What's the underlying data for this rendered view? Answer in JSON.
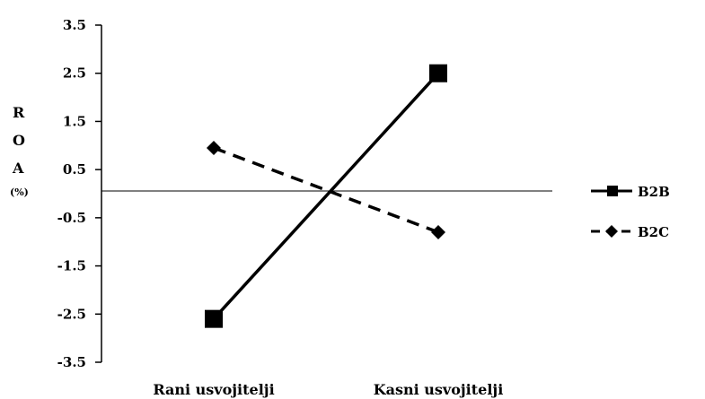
{
  "chart_data": {
    "type": "line",
    "categories": [
      "Rani usvojitelji",
      "Kasni usvojitelji"
    ],
    "series": [
      {
        "name": "B2B",
        "values": [
          -2.6,
          2.5
        ],
        "line": "solid",
        "marker": "square",
        "color": "#000000"
      },
      {
        "name": "B2C",
        "values": [
          0.95,
          -0.8
        ],
        "line": "dashed",
        "marker": "diamond",
        "color": "#000000"
      }
    ],
    "ylabel_letters": [
      "R",
      "O",
      "A"
    ],
    "ylabel_unit": "(%)",
    "yticks": [
      "3.5",
      "2.5",
      "1.5",
      "0.5",
      "-0.5",
      "-1.5",
      "-2.5",
      "-3.5"
    ],
    "ylim": [
      -3.5,
      3.5
    ],
    "reference_line": 0,
    "grid": false,
    "legend_position": "right"
  }
}
